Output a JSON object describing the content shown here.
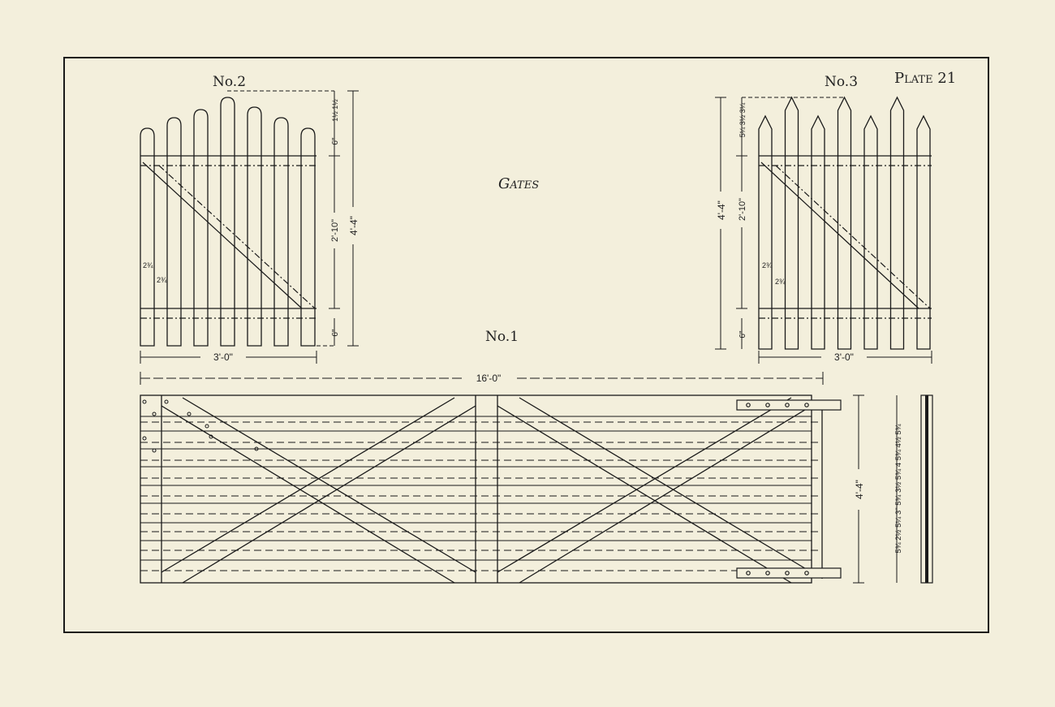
{
  "plate": {
    "label": "Plate 21",
    "title": "Gates"
  },
  "gate2": {
    "label": "No.2",
    "dims": {
      "width": "3'-0\"",
      "height": "4'-4\"",
      "rail_span": "2'-10\"",
      "top_rail": "6\"",
      "bottom_rail": "6\"",
      "picket": "2¾",
      "gap": "2¾",
      "step": "1½ 1½"
    }
  },
  "gate3": {
    "label": "No.3",
    "dims": {
      "width": "3'-0\"",
      "height": "4'-4\"",
      "rail_span": "2'-10\"",
      "bottom_rail": "6\"",
      "picket": "2¾",
      "gap": "2¾",
      "step": "5¼ 3½ 3¼"
    }
  },
  "gate1": {
    "label": "No.1",
    "dims": {
      "length": "16'-0\"",
      "height": "4'-4\""
    },
    "board_spacing": "5¾ 2½ 5¼ 3\" 5¾ 3½ 5¾ 4 5¾ 4½ 5¾"
  }
}
